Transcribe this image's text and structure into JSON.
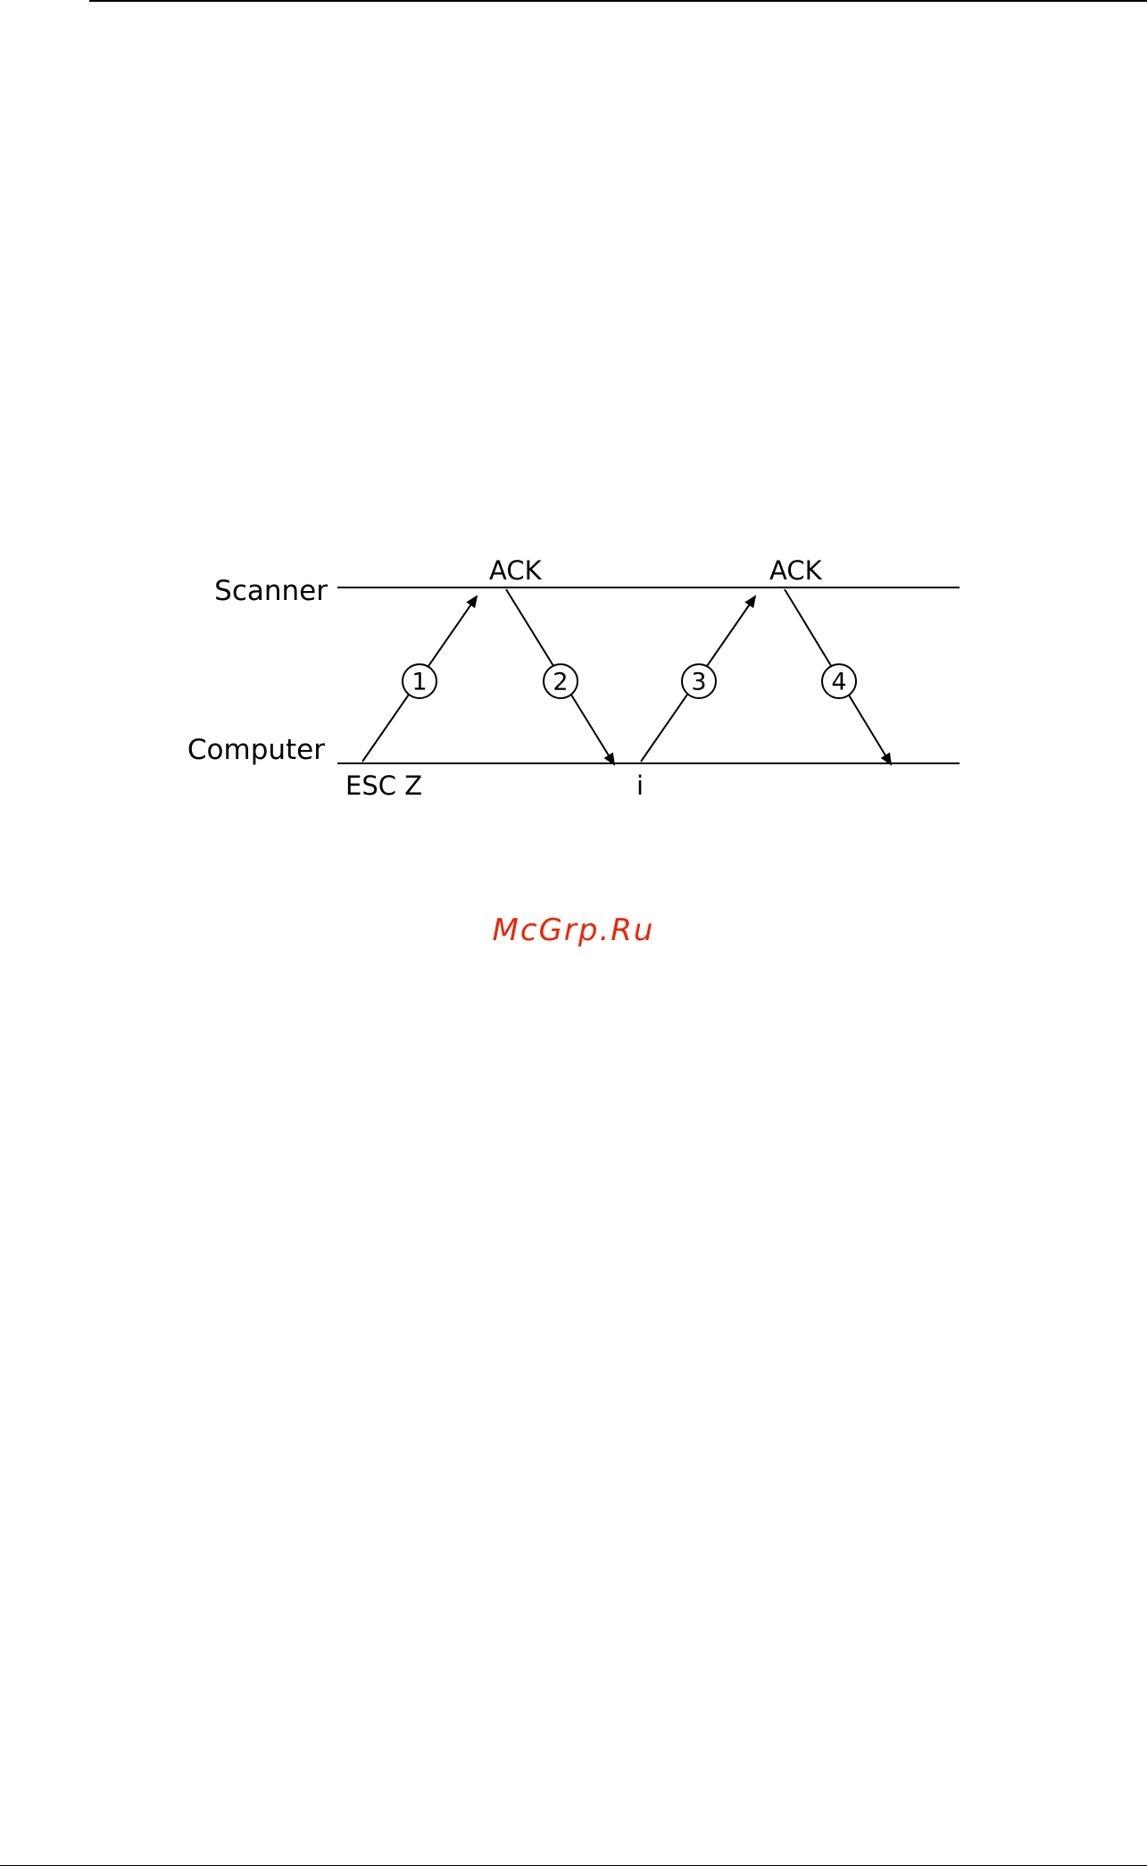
{
  "diagram": {
    "lanes": {
      "scanner": "Scanner",
      "computer": "Computer"
    },
    "scanner_events": [
      "ACK",
      "ACK"
    ],
    "computer_events": [
      "ESC Z",
      "i"
    ],
    "steps": [
      "1",
      "2",
      "3",
      "4"
    ]
  },
  "watermark": "McGrp.Ru",
  "colors": {
    "line": "#000000",
    "watermark": "#e8280a"
  }
}
